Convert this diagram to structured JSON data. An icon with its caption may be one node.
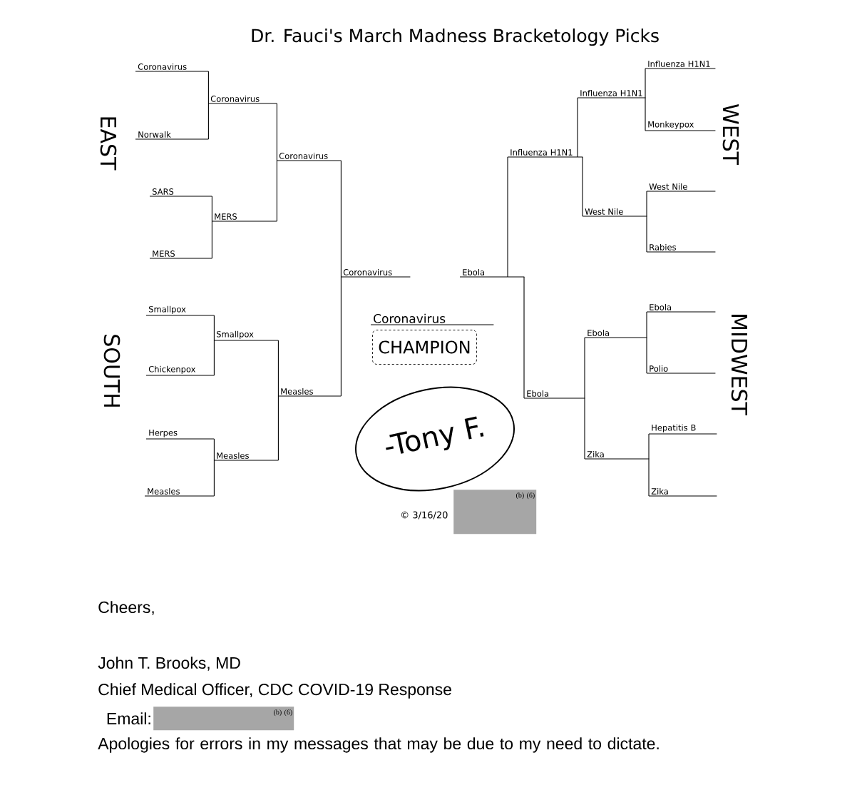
{
  "diagram": {
    "title": "Dr. Fauci's March Madness Bracketology Picks",
    "nodes": [
      {
        "text": [
          "Coronavirus"
        ]
      },
      {
        "text": [
          "Norwalk"
        ]
      },
      {
        "text": [
          "SARS"
        ]
      },
      {
        "text": [
          "MERS"
        ]
      },
      {
        "text": [
          "Coronavirus"
        ]
      },
      {
        "text": [
          "MERS"
        ]
      },
      {
        "text": [
          "Coronavirus"
        ]
      },
      {
        "text": [
          "Smallpox"
        ]
      },
      {
        "text": [
          "Chickenpox"
        ]
      },
      {
        "text": [
          "Herpes"
        ]
      },
      {
        "text": [
          "Measles"
        ]
      },
      {
        "text": [
          "Smallpox"
        ]
      },
      {
        "text": [
          "Measles"
        ]
      },
      {
        "text": [
          "Measles"
        ]
      },
      {
        "text": [
          "Coronavirus"
        ]
      },
      {
        "text": [
          "Influenza H1N1"
        ]
      },
      {
        "text": [
          "Monkeypox"
        ]
      },
      {
        "text": [
          "West Nile"
        ]
      },
      {
        "text": [
          "Rabies"
        ]
      },
      {
        "text": [
          "Influenza H1N1"
        ]
      },
      {
        "text": [
          "West Nile"
        ]
      },
      {
        "text": [
          "Influenza H1N1"
        ]
      },
      {
        "text": [
          "Ebola"
        ]
      },
      {
        "text": [
          "Polio"
        ]
      },
      {
        "text": [
          "Hepatitis B"
        ]
      },
      {
        "text": [
          "Zika"
        ]
      },
      {
        "text": [
          "Ebola"
        ]
      },
      {
        "text": [
          "Zika"
        ]
      },
      {
        "text": [
          "Ebola"
        ]
      },
      {
        "text": [
          "Ebola"
        ]
      },
      {
        "text": [
          "Coronavirus"
        ]
      },
      {
        "text": [
          "CHAMPION"
        ]
      },
      {
        "text": [
          "-Tony F."
        ]
      },
      {
        "text": [
          "(b) (6)"
        ]
      },
      {
        "text": [
          "(b) (6)"
        ],
        "beside": [
          "Email:"
        ]
      }
    ],
    "edges": [
      {
        "from": 0,
        "to": 4,
        "arrow": "none"
      },
      {
        "from": 1,
        "to": 4,
        "arrow": "none"
      },
      {
        "from": 2,
        "to": 5,
        "arrow": "none"
      },
      {
        "from": 3,
        "to": 5,
        "arrow": "none"
      },
      {
        "from": 4,
        "to": 6,
        "arrow": "none"
      },
      {
        "from": 5,
        "to": 6,
        "arrow": "none"
      },
      {
        "from": 7,
        "to": 11,
        "arrow": "none"
      },
      {
        "from": 8,
        "to": 11,
        "arrow": "none"
      },
      {
        "from": 9,
        "to": 12,
        "arrow": "none"
      },
      {
        "from": 10,
        "to": 12,
        "arrow": "none"
      },
      {
        "from": 11,
        "to": 13,
        "arrow": "none"
      },
      {
        "from": 12,
        "to": 13,
        "arrow": "none"
      },
      {
        "from": 6,
        "to": 14,
        "arrow": "none"
      },
      {
        "from": 13,
        "to": 14,
        "arrow": "none"
      },
      {
        "from": 15,
        "to": 19,
        "arrow": "none"
      },
      {
        "from": 16,
        "to": 19,
        "arrow": "none"
      },
      {
        "from": 17,
        "to": 20,
        "arrow": "none"
      },
      {
        "from": 18,
        "to": 20,
        "arrow": "none"
      },
      {
        "from": 19,
        "to": 21,
        "arrow": "none"
      },
      {
        "from": 20,
        "to": 21,
        "arrow": "none"
      },
      {
        "from": 22,
        "to": 26,
        "arrow": "none"
      },
      {
        "from": 23,
        "to": 26,
        "arrow": "none"
      },
      {
        "from": 24,
        "to": 27,
        "arrow": "none"
      },
      {
        "from": 25,
        "to": 27,
        "arrow": "none"
      },
      {
        "from": 26,
        "to": 28,
        "arrow": "none"
      },
      {
        "from": 27,
        "to": 28,
        "arrow": "none"
      },
      {
        "from": 21,
        "to": 29,
        "arrow": "none"
      },
      {
        "from": 28,
        "to": 29,
        "arrow": "none"
      }
    ],
    "labels": [
      "EAST",
      "WEST",
      "SOUTH",
      "MIDWEST",
      "© 3/16/20",
      "Cheers,",
      "John T. Brooks, MD",
      "Chief Medical Officer, CDC COVID-19 Response",
      "Apologies for errors in my messages that may be due to my need to dictate."
    ]
  }
}
